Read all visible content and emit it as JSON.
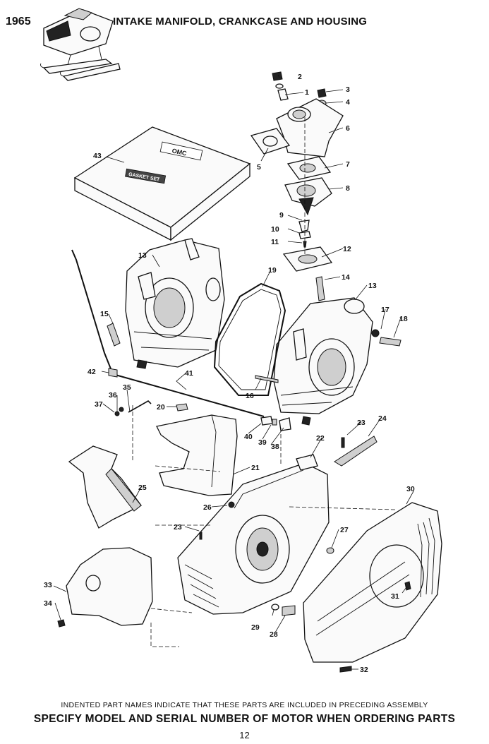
{
  "header": {
    "year": "1965",
    "title": "INTAKE MANIFOLD, CRANKCASE AND HOUSING"
  },
  "gasket_set_box": {
    "brand_text": "OMC",
    "set_text": "GASKET SET"
  },
  "callouts": [
    "1",
    "2",
    "3",
    "4",
    "5",
    "6",
    "7",
    "8",
    "9",
    "10",
    "11",
    "12",
    "13",
    "14",
    "15",
    "16",
    "17",
    "18",
    "19",
    "20",
    "21",
    "22",
    "23",
    "24",
    "25",
    "26",
    "27",
    "28",
    "29",
    "30",
    "31",
    "32",
    "33",
    "34",
    "35",
    "36",
    "37",
    "38",
    "39",
    "40",
    "41",
    "42",
    "43"
  ],
  "footer": {
    "note": "INDENTED PART NAMES INDICATE THAT THESE PARTS ARE INCLUDED IN PRECEDING ASSEMBLY",
    "instruction": "SPECIFY MODEL AND SERIAL NUMBER OF MOTOR WHEN ORDERING PARTS",
    "page_number": "12"
  }
}
